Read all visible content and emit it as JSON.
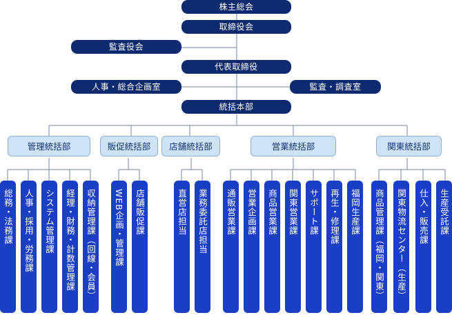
{
  "executives": {
    "shareholders": "株主総会",
    "board": "取締役会",
    "auditors": "監査役会",
    "ceo": "代表取締役",
    "hr_planning": "人事・総合企画室",
    "audit_office": "監査・調査室",
    "hq": "統括本部"
  },
  "departments": [
    {
      "id": "kanri",
      "label": "管理統括部",
      "sections": [
        "総務・法務課",
        "人事・採用・労務課",
        "システム管理課",
        "経理・財務・計数管理課",
        "収納管理課（回線・会員）"
      ]
    },
    {
      "id": "hansoku",
      "label": "販促統括部",
      "sections": [
        "WEB企画・管理課",
        "店舗販促課"
      ]
    },
    {
      "id": "tenpo",
      "label": "店舗統括部",
      "sections": [
        "直営店担当",
        "業務委託店担当"
      ]
    },
    {
      "id": "eigyo",
      "label": "営業統括部",
      "sections": [
        "通販営業課",
        "営業企画課",
        "商品営業課",
        "関東営業課",
        "サポート課",
        "再生・修理課",
        "福岡生産課"
      ]
    },
    {
      "id": "kanto",
      "label": "関東統括部",
      "sections": [
        "商品管理課（福岡・関東）",
        "関東物流センター（生産）",
        "仕入・販売課",
        "生産受託課"
      ]
    }
  ],
  "colors": {
    "executive_fill": "#0d2a6e",
    "department_fill": "#cfe3f7",
    "department_text": "#13337a",
    "section_fill": "#1a3fc4",
    "connector": "#8a9bb8"
  }
}
